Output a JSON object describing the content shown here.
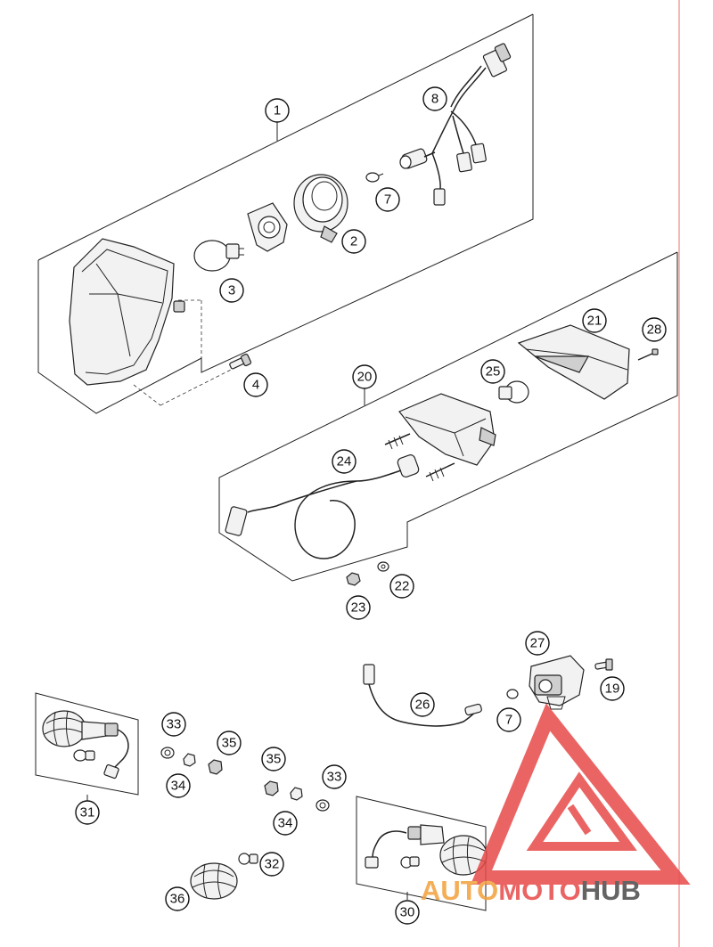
{
  "callouts": [
    {
      "id": "1",
      "label": "1"
    },
    {
      "id": "2",
      "label": "2"
    },
    {
      "id": "3",
      "label": "3"
    },
    {
      "id": "4",
      "label": "4"
    },
    {
      "id": "7a",
      "label": "7"
    },
    {
      "id": "8",
      "label": "8"
    },
    {
      "id": "20",
      "label": "20"
    },
    {
      "id": "21",
      "label": "21"
    },
    {
      "id": "22",
      "label": "22"
    },
    {
      "id": "23",
      "label": "23"
    },
    {
      "id": "24",
      "label": "24"
    },
    {
      "id": "25",
      "label": "25"
    },
    {
      "id": "26",
      "label": "26"
    },
    {
      "id": "27",
      "label": "27"
    },
    {
      "id": "28",
      "label": "28"
    },
    {
      "id": "19",
      "label": "19"
    },
    {
      "id": "7b",
      "label": "7"
    },
    {
      "id": "33a",
      "label": "33"
    },
    {
      "id": "35a",
      "label": "35"
    },
    {
      "id": "34a",
      "label": "34"
    },
    {
      "id": "31",
      "label": "31"
    },
    {
      "id": "35b",
      "label": "35"
    },
    {
      "id": "33b",
      "label": "33"
    },
    {
      "id": "34b",
      "label": "34"
    },
    {
      "id": "32",
      "label": "32"
    },
    {
      "id": "36",
      "label": "36"
    },
    {
      "id": "30",
      "label": "30"
    }
  ],
  "watermark": {
    "part1": "AUTO",
    "part2": "MOTO",
    "part3": "HUB",
    "color_main": "#f2a13a",
    "color_accent": "#e84a4a",
    "color_dark": "#4a4a4a"
  },
  "colors": {
    "margin_line": "#e88a8a"
  }
}
